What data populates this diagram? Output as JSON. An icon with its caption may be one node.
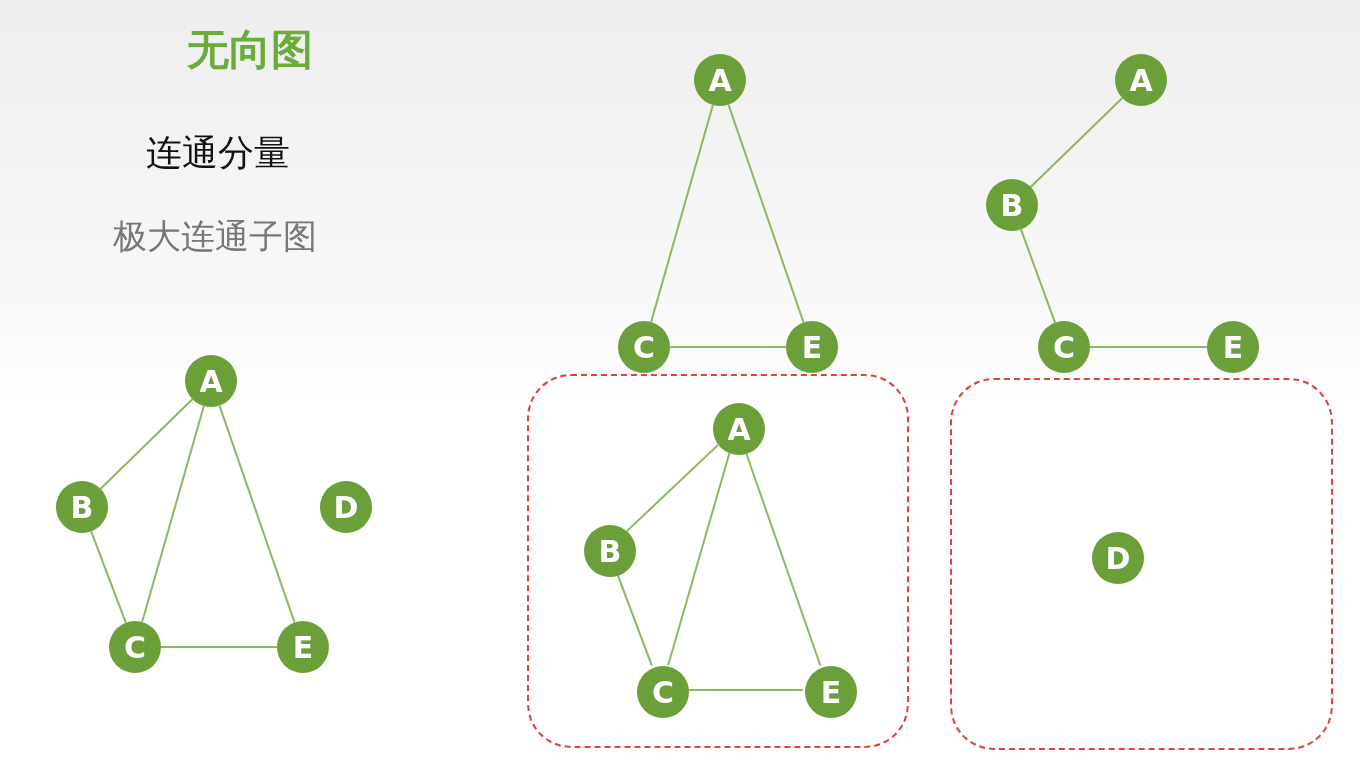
{
  "diagram": {
    "title": "无向图",
    "nodes": [
      {
        "text": [
          "A"
        ]
      },
      {
        "text": [
          "B"
        ]
      },
      {
        "text": [
          "D"
        ]
      },
      {
        "text": [
          "C"
        ]
      },
      {
        "text": [
          "E"
        ]
      },
      {
        "text": [
          "A"
        ]
      },
      {
        "text": [
          "C"
        ]
      },
      {
        "text": [
          "E"
        ]
      },
      {
        "text": [
          "A"
        ]
      },
      {
        "text": [
          "B"
        ]
      },
      {
        "text": [
          "C"
        ]
      },
      {
        "text": [
          "E"
        ]
      },
      {
        "text": [],
        "shape": "box"
      },
      {
        "text": [
          "A"
        ],
        "in": 12
      },
      {
        "text": [
          "B"
        ],
        "in": 12
      },
      {
        "text": [
          "C"
        ],
        "in": 12
      },
      {
        "text": [
          "E"
        ],
        "in": 12
      },
      {
        "text": [],
        "shape": "box"
      },
      {
        "text": [
          "D"
        ],
        "in": 17
      }
    ],
    "edges": [
      {
        "from": 0,
        "to": 1,
        "arrow": "none"
      },
      {
        "from": 0,
        "to": 3,
        "arrow": "none"
      },
      {
        "from": 0,
        "to": 4,
        "arrow": "none"
      },
      {
        "from": 1,
        "to": 3,
        "arrow": "none"
      },
      {
        "from": 3,
        "to": 4,
        "arrow": "none"
      },
      {
        "from": 5,
        "to": 6,
        "arrow": "none"
      },
      {
        "from": 5,
        "to": 7,
        "arrow": "none"
      },
      {
        "from": 6,
        "to": 7,
        "arrow": "none"
      },
      {
        "from": 8,
        "to": 9,
        "arrow": "none"
      },
      {
        "from": 9,
        "to": 10,
        "arrow": "none"
      },
      {
        "from": 10,
        "to": 11,
        "arrow": "none"
      },
      {
        "from": 13,
        "to": 14,
        "arrow": "none"
      },
      {
        "from": 13,
        "to": 15,
        "arrow": "none"
      },
      {
        "from": 13,
        "to": 16,
        "arrow": "none"
      },
      {
        "from": 14,
        "to": 15,
        "arrow": "none"
      },
      {
        "from": 15,
        "to": 16,
        "arrow": "none"
      }
    ],
    "labels": [
      "连通分量",
      "极大连通子图"
    ]
  }
}
